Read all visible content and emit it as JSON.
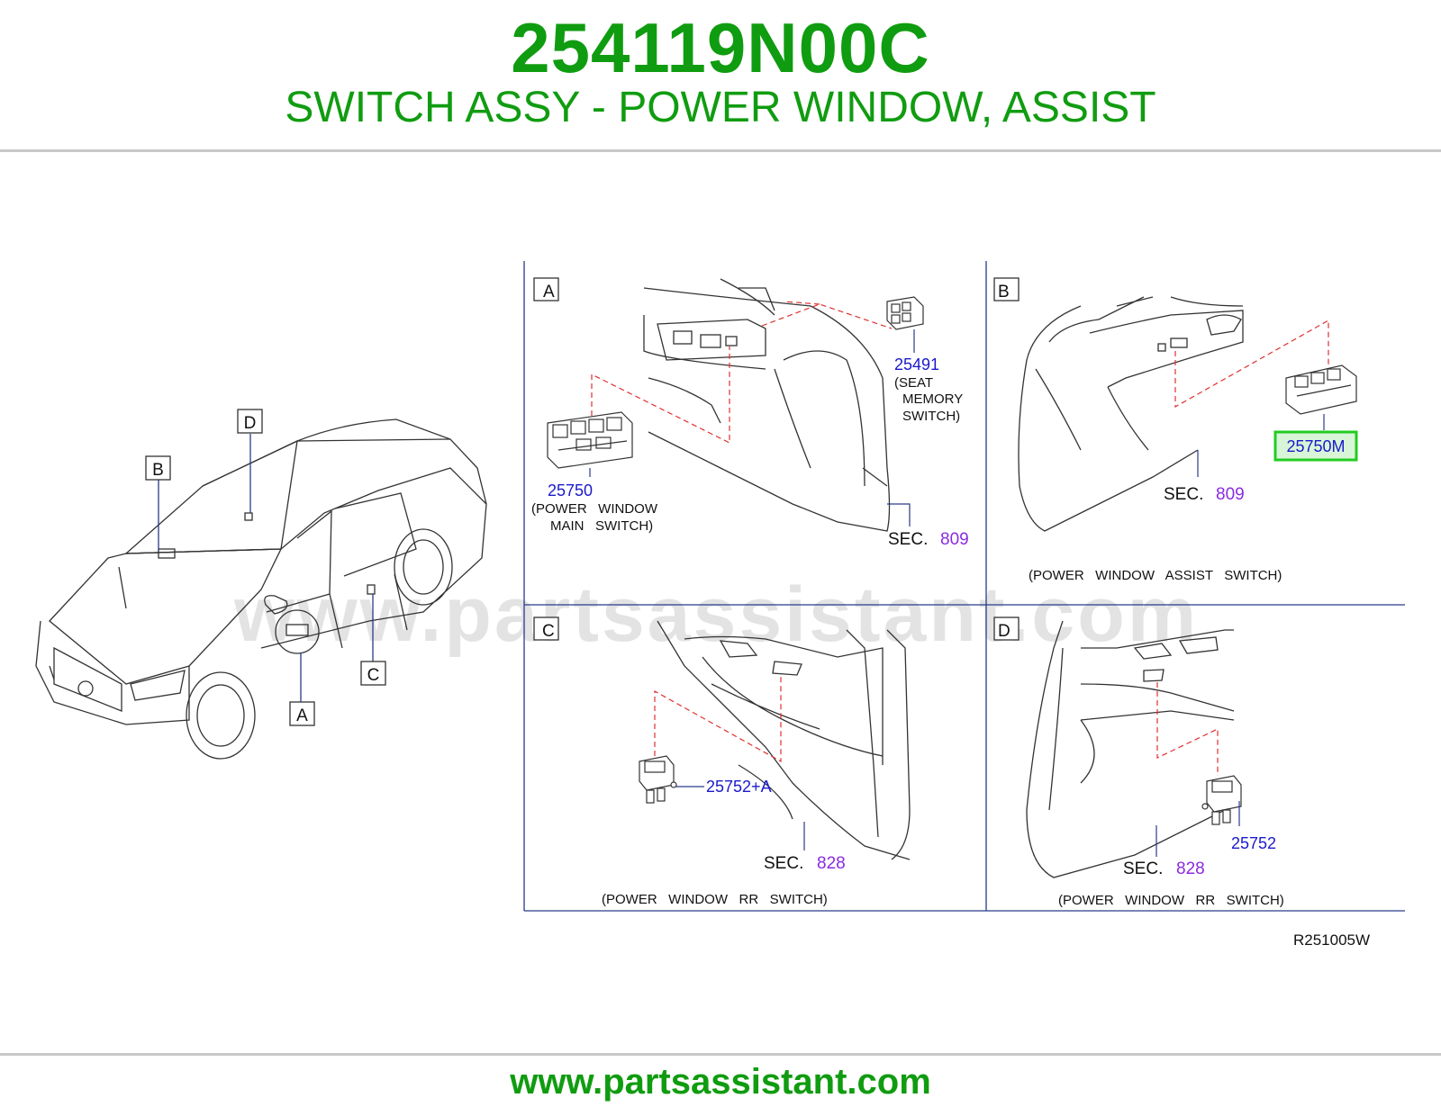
{
  "header": {
    "part_number": "254119N00C",
    "part_name": "SWITCH ASSY - POWER WINDOW, ASSIST"
  },
  "footer": {
    "url": "www.partsassistant.com"
  },
  "watermark": "www.partsassistant.com",
  "colors": {
    "brand_green": "#109c10",
    "part_ref_blue": "#1a1acc",
    "section_purple": "#8a2be2",
    "dash_red": "#e03030",
    "highlight_green": "#22cc22",
    "panel_line_blue": "#2a3a8a"
  },
  "diagram": {
    "overview_labels": [
      "B",
      "D",
      "C",
      "A"
    ],
    "panels": [
      {
        "letter": "A",
        "parts": [
          {
            "number": "25491",
            "desc": [
              "(SEAT",
              "MEMORY",
              "SWITCH)"
            ]
          },
          {
            "number": "25750",
            "desc": [
              "(POWER   WINDOW",
              "MAIN   SWITCH)"
            ]
          }
        ],
        "section": {
          "label": "SEC.",
          "number": "809"
        },
        "caption": ""
      },
      {
        "letter": "B",
        "parts": [
          {
            "number": "25750M",
            "highlighted": true
          }
        ],
        "section": {
          "label": "SEC.",
          "number": "809"
        },
        "caption": "(POWER   WINDOW   ASSIST   SWITCH)"
      },
      {
        "letter": "C",
        "parts": [
          {
            "number": "25752+A"
          }
        ],
        "section": {
          "label": "SEC.",
          "number": "828"
        },
        "caption": "(POWER   WINDOW   RR   SWITCH)"
      },
      {
        "letter": "D",
        "parts": [
          {
            "number": "25752"
          }
        ],
        "section": {
          "label": "SEC.",
          "number": "828"
        },
        "caption": "(POWER   WINDOW   RR   SWITCH)"
      }
    ],
    "drawing_code": "R251005W"
  }
}
